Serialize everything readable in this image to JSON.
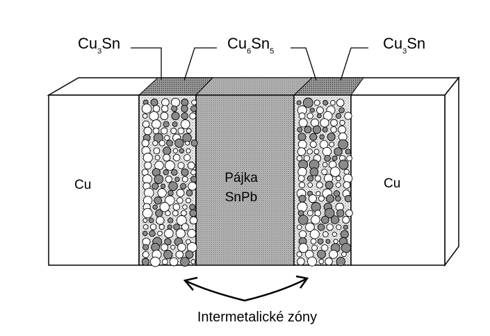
{
  "labels": {
    "cu3sn_left_main": "Cu",
    "cu3sn_left_sub": "3",
    "cu3sn_left_tail": "Sn",
    "cu6sn5_main": "Cu",
    "cu6sn5_sub1": "6",
    "cu6sn5_mid": "Sn",
    "cu6sn5_sub2": "5",
    "cu3sn_right_main": "Cu",
    "cu3sn_right_sub": "3",
    "cu3sn_right_tail": "Sn",
    "cu_left": "Cu",
    "cu_right": "Cu",
    "solder_line1": "Pájka",
    "solder_line2": "SnPb",
    "intermetallic_caption": "Intermetalické zóny"
  },
  "colors": {
    "line": "#000000",
    "background": "#ffffff",
    "solder_fill": "#bdbdbd",
    "zone_fill": "#e4e4e4"
  }
}
